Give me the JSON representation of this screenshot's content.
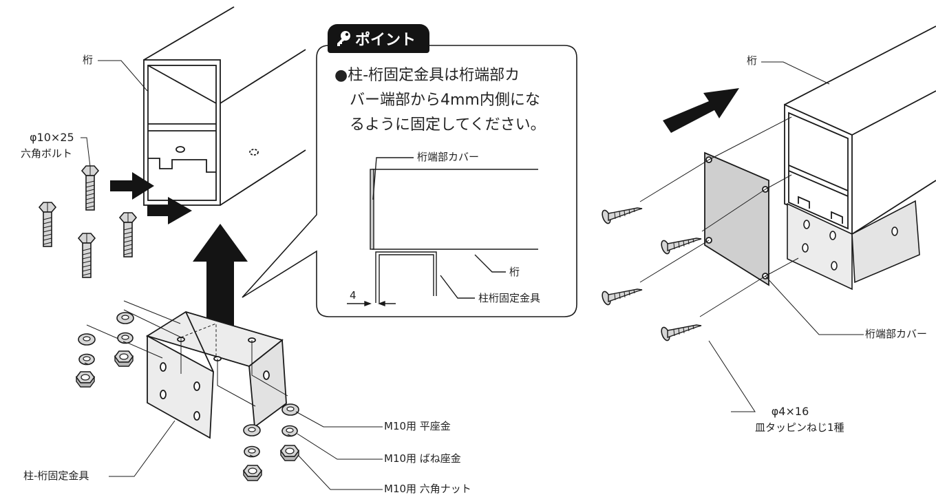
{
  "point": {
    "tab_label": "ポイント",
    "text_lines": [
      "●柱-桁固定金具は桁端部カ",
      "バー端部から4mm内側にな",
      "るように固定してください。"
    ],
    "detail_labels": {
      "end_cover": "桁端部カバー",
      "beam": "桁",
      "bracket": "柱桁固定金具",
      "dimension": "4"
    }
  },
  "left_assembly": {
    "beam_label": "桁",
    "bolt_label_line1": "φ10×25",
    "bolt_label_line2": "六角ボルト",
    "bracket_label": "柱-桁固定金具",
    "flat_washer_label": "M10用 平座金",
    "spring_washer_label": "M10用 ばね座金",
    "hex_nut_label": "M10用 六角ナット"
  },
  "right_assembly": {
    "beam_label": "桁",
    "end_cover_label": "桁端部カバー",
    "screw_label_line1": "φ4×16",
    "screw_label_line2": "皿タッピンねじ1種"
  },
  "colors": {
    "line": "#1a1a1a",
    "arrow": "#141414",
    "cover_fill": "#cfcfcf",
    "part_fill": "#d4d4d4",
    "background": "#ffffff"
  }
}
